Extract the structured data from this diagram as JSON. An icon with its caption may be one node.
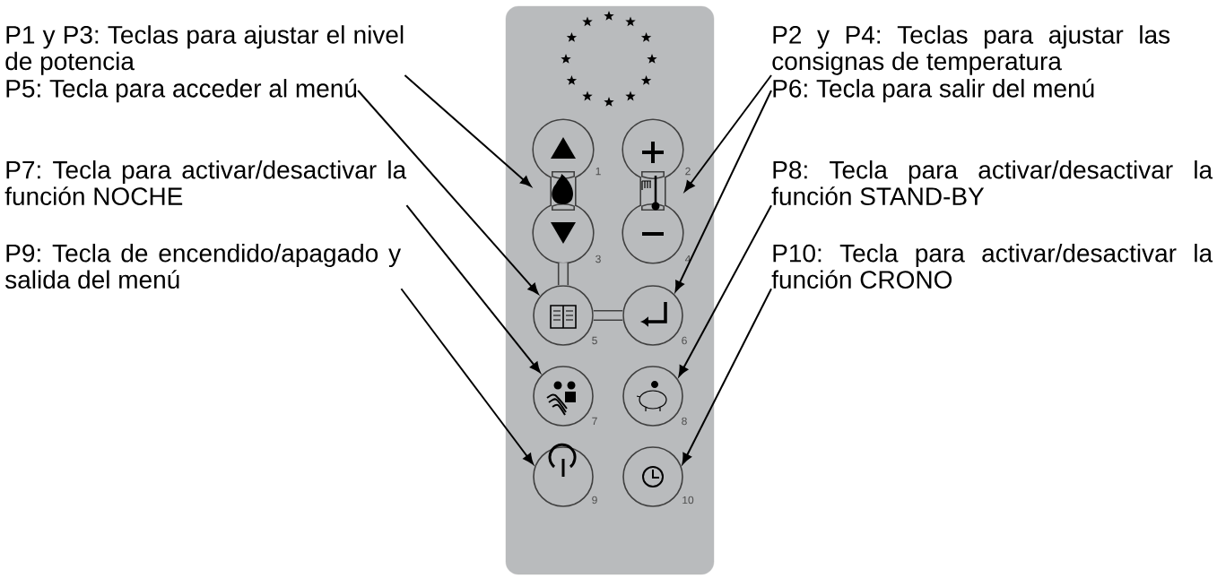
{
  "diagram": {
    "nodes": [
      {
        "text": [
          "P1 y P3: Teclas para ajustar el nivel de potencia"
        ]
      },
      {
        "text": [
          "P2 y P4: Teclas para ajustar las consignas de temperatura"
        ]
      },
      {
        "text": [
          "P5: Tecla para acceder al menú"
        ]
      },
      {
        "text": [
          "P6: Tecla para salir del menú"
        ]
      },
      {
        "text": [
          "P7: Tecla para activar/desactivar la función NOCHE"
        ]
      },
      {
        "text": [
          "P8: Tecla para activar/desactivar la función STAND-BY"
        ]
      },
      {
        "text": [
          "P9: Tecla de encendido/apagado y salida del menú"
        ]
      },
      {
        "text": [
          "P10: Tecla para activar/desactivar la función CRONO"
        ]
      },
      {
        "text": [],
        "shape": "box"
      },
      {
        "text": [],
        "shape": "pill",
        "in": 8,
        "beside": [
          "1",
          "3"
        ]
      },
      {
        "text": [],
        "shape": "pill",
        "in": 8,
        "beside": [
          "2",
          "4"
        ]
      },
      {
        "text": [],
        "shape": "circle",
        "in": 8,
        "beside": [
          "5"
        ]
      },
      {
        "text": [],
        "shape": "circle",
        "in": 8,
        "beside": [
          "6"
        ]
      },
      {
        "text": [],
        "shape": "circle",
        "in": 8,
        "beside": [
          "7"
        ]
      },
      {
        "text": [],
        "shape": "circle",
        "in": 8,
        "beside": [
          "8"
        ]
      },
      {
        "text": [],
        "shape": "circle",
        "in": 8,
        "beside": [
          "9"
        ]
      },
      {
        "text": [],
        "shape": "circle",
        "in": 8,
        "beside": [
          "10"
        ]
      }
    ],
    "edges": [
      {
        "from": 0,
        "to": 9,
        "arrow": "to"
      },
      {
        "from": 1,
        "to": 10,
        "arrow": "to"
      },
      {
        "from": 2,
        "to": 11,
        "arrow": "to"
      },
      {
        "from": 3,
        "to": 12,
        "arrow": "to"
      },
      {
        "from": 4,
        "to": 13,
        "arrow": "to"
      },
      {
        "from": 5,
        "to": 14,
        "arrow": "to"
      },
      {
        "from": 6,
        "to": 15,
        "arrow": "to"
      },
      {
        "from": 7,
        "to": 16,
        "arrow": "to"
      },
      {
        "from": 9,
        "to": 11,
        "arrow": "none",
        "style": "thick"
      },
      {
        "from": 11,
        "to": 12,
        "arrow": "none",
        "style": "thick"
      }
    ]
  }
}
